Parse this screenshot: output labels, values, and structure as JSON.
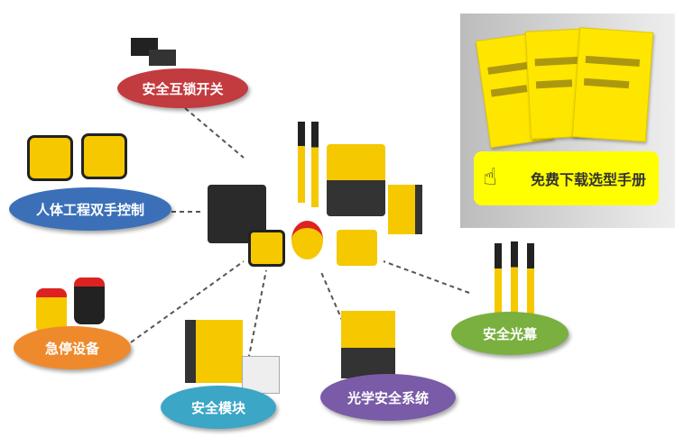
{
  "categories": [
    {
      "id": "interlock",
      "label": "安全互锁开关",
      "color": "#c23b3f"
    },
    {
      "id": "two-hand",
      "label": "人体工程双手控制",
      "color": "#3b70b8"
    },
    {
      "id": "estop",
      "label": "急停设备",
      "color": "#ef8a2c"
    },
    {
      "id": "module",
      "label": "安全模块",
      "color": "#3ba6c6"
    },
    {
      "id": "optical",
      "label": "光学安全系统",
      "color": "#7a5ba7"
    },
    {
      "id": "light-curtain",
      "label": "安全光幕",
      "color": "#79b03f"
    }
  ],
  "download": {
    "label": "免费下载选型手册",
    "icon": "hand-pointer-icon"
  }
}
